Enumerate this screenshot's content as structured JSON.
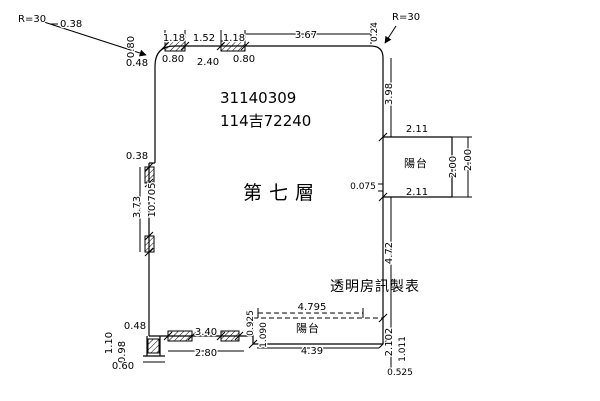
{
  "plan": {
    "ids": {
      "line1": "31140309",
      "line2": "114吉72240"
    },
    "floor": "第七層",
    "watermark": "透明房訊製表",
    "balconyRight": "陽台",
    "balconyBottom": "陽台",
    "dims": {
      "r30L": "R=30",
      "r30R": "R=30",
      "t038": "0.38",
      "v080": "0.80",
      "t118a": "1.18",
      "t152": "1.52",
      "t118b": "1.18",
      "t367": "3.67",
      "v024": "0.24",
      "t048": "0.48",
      "t080a": "0.80",
      "t240": "2.40",
      "t080b": "0.80",
      "v398": "3.98",
      "t211a": "2.11",
      "v200a": "2.00",
      "v200b": "2.00",
      "t0075": "0.075",
      "t211b": "2.11",
      "l038": "0.38",
      "v373": "3.73",
      "v10705": "10.705",
      "v472": "4.72",
      "t4795": "4.795",
      "v0925": "0.925",
      "v1090": "1.090",
      "t340": "3.40",
      "t280": "2.80",
      "t439": "4.39",
      "v2102": "2.102",
      "v1011": "1.011",
      "b048": "0.48",
      "v110": "1.10",
      "v098": "0.98",
      "t060": "0.60",
      "t0525": "0.525"
    }
  }
}
